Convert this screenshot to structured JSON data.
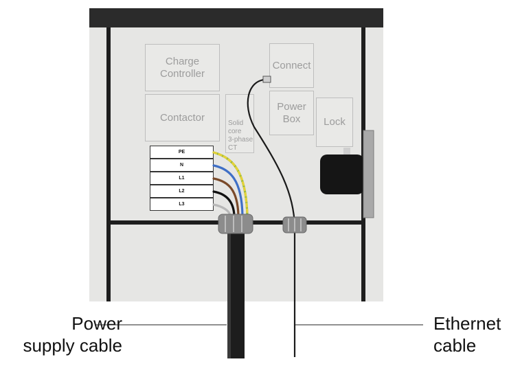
{
  "modules": {
    "charge_controller": "Charge\nController",
    "contactor": "Contactor",
    "connect": "Connect",
    "power_box": "Power\nBox",
    "lock": "Lock",
    "ct": "Solid\ncore\n3-phase\nCT"
  },
  "terminals": [
    "PE",
    "N",
    "L1",
    "L2",
    "L3"
  ],
  "labels": {
    "power_supply_cable": "Power\nsupply cable",
    "ethernet_cable": "Ethernet\ncable"
  },
  "colors": {
    "enclosure": "#e6e6e4",
    "frame": "#1e1e1e",
    "wire_pe_green": "#7fae3a",
    "wire_pe_yellow": "#e3d23a",
    "wire_n": "#3f6fc6",
    "wire_l1": "#7a4a2a",
    "wire_l2": "#111111",
    "wire_l3": "#b8b8b8"
  }
}
